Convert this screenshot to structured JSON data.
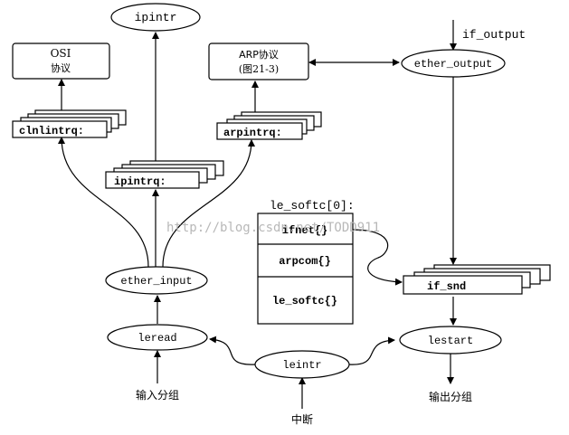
{
  "nodes": {
    "ipintr": "ipintr",
    "osi_line1": "OSI",
    "osi_line2": "协议",
    "arp_line1": "ARP协议",
    "arp_line2": "(图21-3)",
    "ether_output": "ether_output",
    "if_output": "if_output",
    "clnlintrq": "clnlintrq:",
    "arpintrq": "arpintrq:",
    "ipintrq": "ipintrq:",
    "le_softc_title": "le_softc[0]:",
    "ifnet": "ifnet{}",
    "arpcom": "arpcom{}",
    "le_softc": "le_softc{}",
    "ether_input": "ether_input",
    "if_snd": "if_snd",
    "leread": "leread",
    "lestart": "lestart",
    "leintr": "leintr",
    "input_packets": "输入分组",
    "output_packets": "输出分组",
    "interrupt": "中断"
  },
  "watermark": "http://blog.csdn.net/TODD911"
}
